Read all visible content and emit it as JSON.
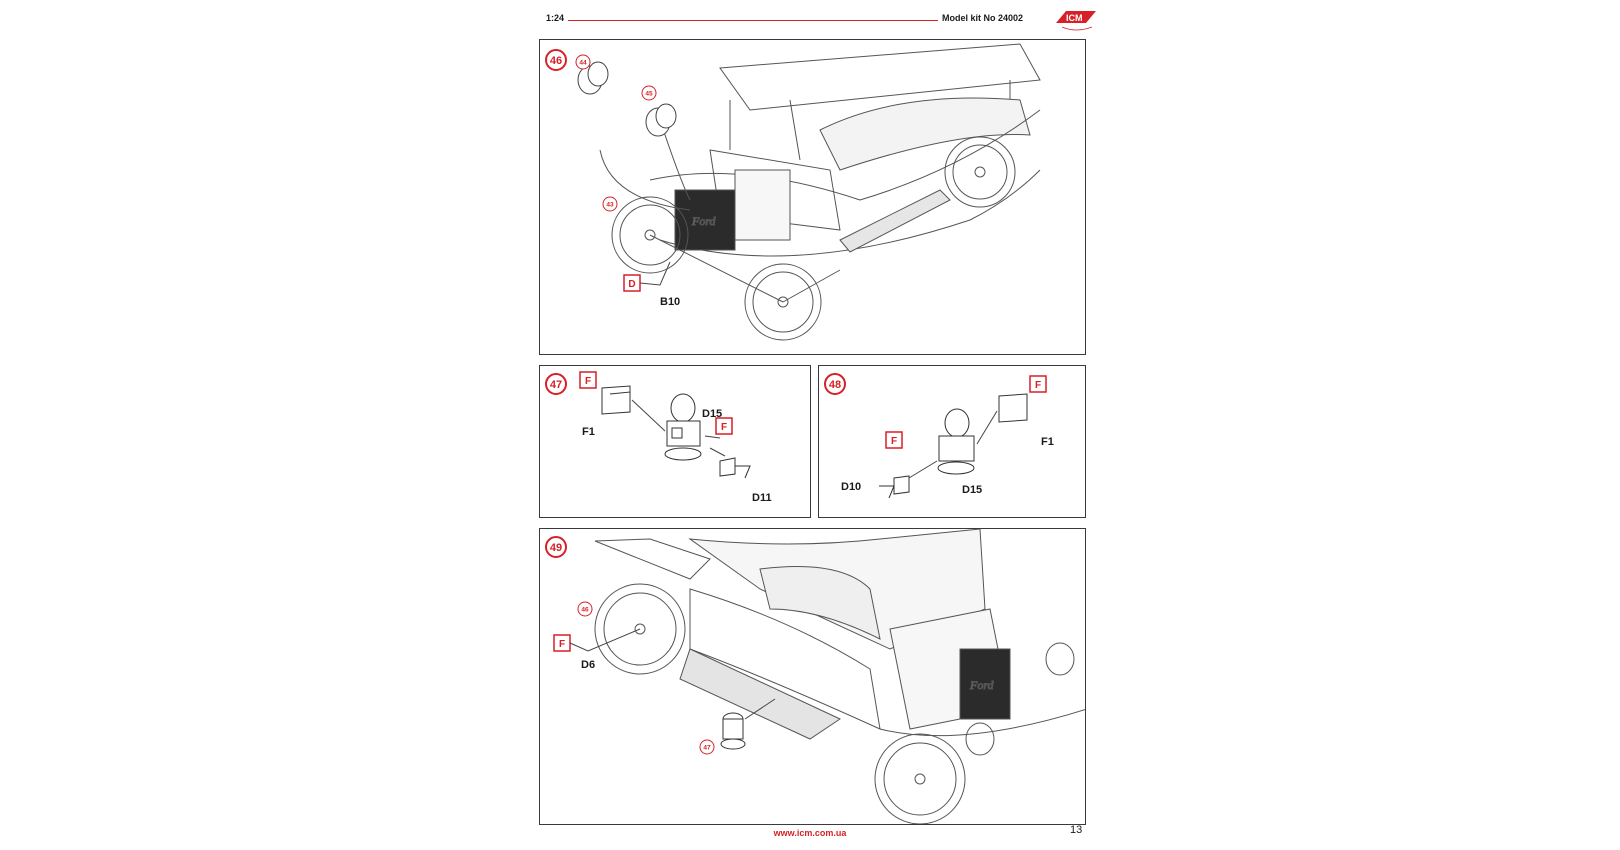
{
  "header": {
    "scale": "1:24",
    "model": "Model kit No 24002",
    "logo_text": "ICM"
  },
  "colors": {
    "accent": "#d62128",
    "line": "#3a3a3a"
  },
  "step46": {
    "number": "46",
    "callouts": [
      "44",
      "45",
      "43"
    ],
    "paint_code": "D",
    "part": "B10"
  },
  "step47": {
    "number": "47",
    "paint_codes": [
      "F",
      "F"
    ],
    "parts": [
      "F1",
      "D15",
      "D11"
    ]
  },
  "step48": {
    "number": "48",
    "paint_codes": [
      "F",
      "F"
    ],
    "parts": [
      "F1",
      "D10",
      "D15"
    ]
  },
  "step49": {
    "number": "49",
    "callouts": [
      "46",
      "47"
    ],
    "paint_code": "F",
    "part": "D6"
  },
  "footer": {
    "url": "www.icm.com.ua",
    "page": "13"
  }
}
